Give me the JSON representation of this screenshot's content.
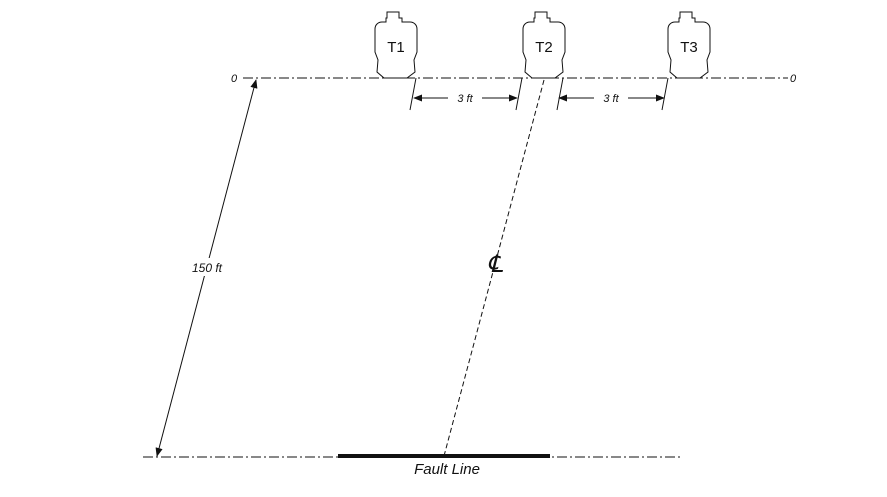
{
  "diagram": {
    "targets": [
      {
        "label": "T1"
      },
      {
        "label": "T2"
      },
      {
        "label": "T3"
      }
    ],
    "zero_left": "0",
    "zero_right": "0",
    "spacing_left": "3 ft",
    "spacing_right": "3 ft",
    "distance": "150 ft",
    "centerline_symbol": "℄",
    "fault_line": "Fault Line"
  }
}
